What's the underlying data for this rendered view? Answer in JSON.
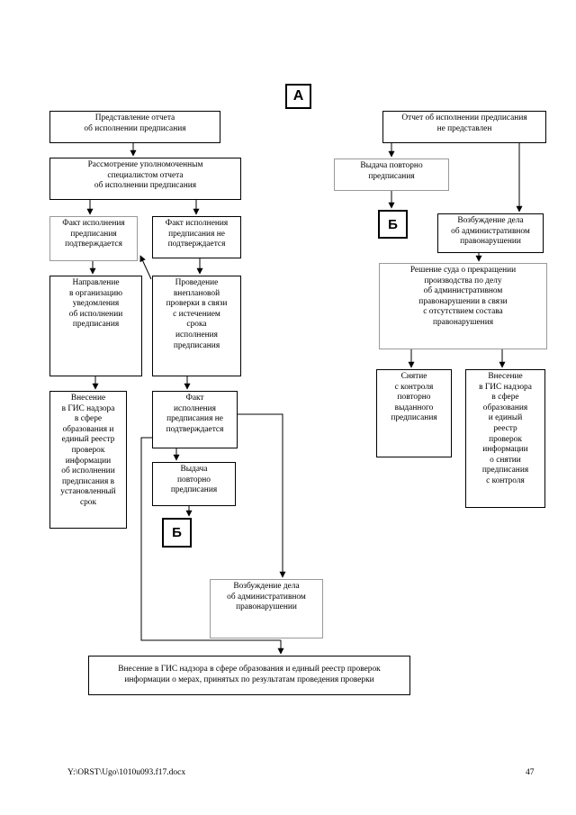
{
  "labels": {
    "a": "А",
    "b1": "Б",
    "b2": "Б"
  },
  "nodes": {
    "report_submitted": "Представление отчета\nоб исполнении предписания",
    "review": "Рассмотрение уполномоченным\nспециалистом отчета\nоб исполнении предписания",
    "confirmed": "Факт исполнения\nпредписания\nподтверждается",
    "not_confirmed": "Факт исполнения\nпредписания не\nподтверждается",
    "notice": "Направление\nв организацию\nуведомления\nоб исполнении\nпредписания",
    "unscheduled_check": "Проведение\nвнеплановой\nпроверки в связи\nс истечением\nсрока\nисполнения\nпредписания",
    "gis_left": "Внесение\nв ГИС надзора\nв сфере\nобразования и\nединый реестр\nпроверок\nинформации\nоб исполнении\nпредписания в\nустановленный\nсрок",
    "not_confirmed_2": "Факт\nисполнения\nпредписания не\nподтверждается",
    "repeat_order_left": "Выдача\nповторно\nпредписания",
    "case_center": "Возбуждение дела\nоб административном\nправонарушении",
    "gis_bottom": "Внесение в ГИС надзора в сфере образования и единый реестр проверок\nинформации о мерах, принятых по результатам проведения проверки",
    "report_not_submitted": "Отчет об исполнении предписания\nне представлен",
    "repeat_order_right": "Выдача повторно\nпредписания",
    "case_right": "Возбуждение дела\nоб административном\nправонарушении",
    "court_decision": "Решение суда о прекращении\nпроизводства по делу\nоб административном\nправонарушении в связи\nс отсутствием состава\nправонарушения",
    "removal": "Снятие\nс контроля\nповторно\nвыданного\nпредписания",
    "gis_right": "Внесение\nв ГИС надзора\nв сфере\nобразования\nи единый\nреестр\nпроверок\nинформации\nо снятии\nпредписания\nс контроля"
  },
  "footer": {
    "path": "Y:\\ORST\\Ugo\\1010u093.f17.docx",
    "page": "47"
  }
}
